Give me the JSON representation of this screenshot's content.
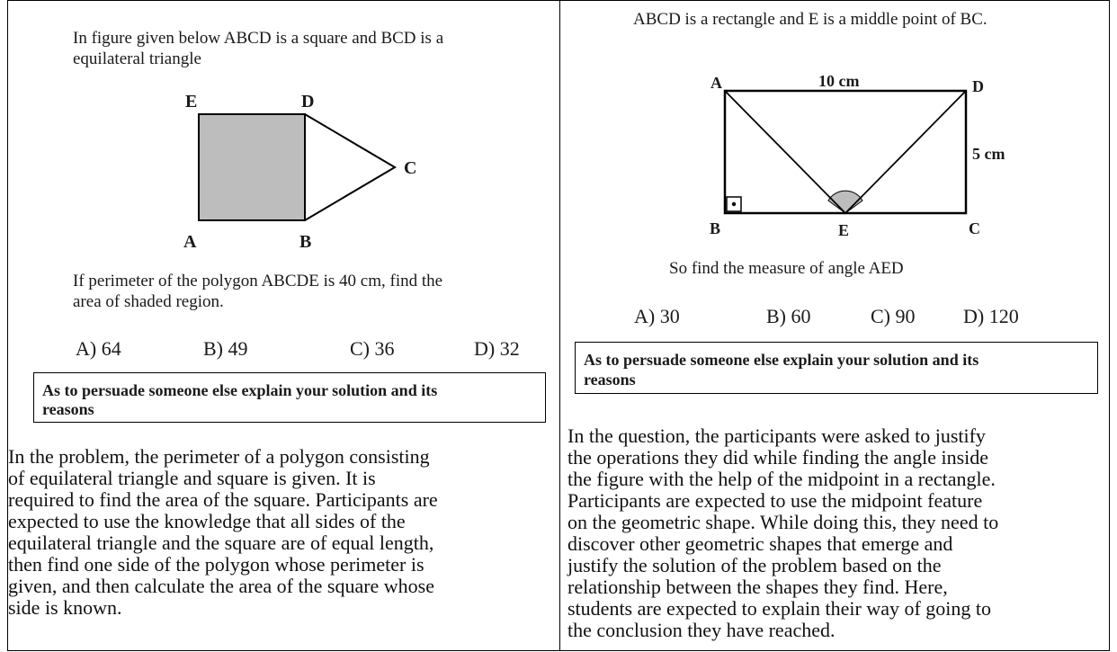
{
  "left": {
    "intro": [
      "In figure given below ABCD is a square and BCD is a",
      "equilateral triangle"
    ],
    "labels": {
      "E": "E",
      "D": "D",
      "C": "C",
      "A": "A",
      "B": "B"
    },
    "question": [
      "If perimeter of the polygon ABCDE is 40 cm, find the",
      "area of shaded region."
    ],
    "options": [
      "A)  64",
      "B)  49",
      "C) 36",
      "D)  32"
    ],
    "explain": [
      "As to persuade someone else explain your solution and its",
      "reasons"
    ],
    "description": [
      "In the problem, the perimeter of a polygon consisting",
      "of equilateral triangle and square is given. It is",
      "required to find the area of the square. Participants are",
      "expected to use the knowledge that all sides of the",
      "equilateral triangle and the square are of equal length,",
      "then find one side of the polygon whose perimeter is",
      "given, and then calculate the area of the square whose",
      "side is known."
    ],
    "colors": {
      "shade": "#bdbdbd"
    }
  },
  "right": {
    "intro": "ABCD is a rectangle and E is a middle point of BC.",
    "labels": {
      "A": "A",
      "D": "D",
      "B": "B",
      "E": "E",
      "C": "C",
      "top": "10 cm",
      "side": "5 cm"
    },
    "question": "So find the measure of angle AED",
    "options": [
      "A)  30",
      "B) 60",
      "C) 90",
      "D) 120"
    ],
    "explain": [
      "As to persuade someone else explain your solution and its",
      "reasons"
    ],
    "description": [
      "In the question, the participants were asked to justify",
      "the operations they did while finding the angle inside",
      "the figure with the help of the midpoint in a rectangle.",
      "Participants are expected to use the midpoint feature",
      "on the geometric shape. While doing this, they need to",
      "discover other geometric shapes that emerge and",
      "justify the solution of the problem based on the",
      "relationship between the shapes they find. Here,",
      "students are expected to explain their way of going to",
      "the conclusion they have reached."
    ],
    "colors": {
      "arc": "#bdbdbd"
    }
  }
}
